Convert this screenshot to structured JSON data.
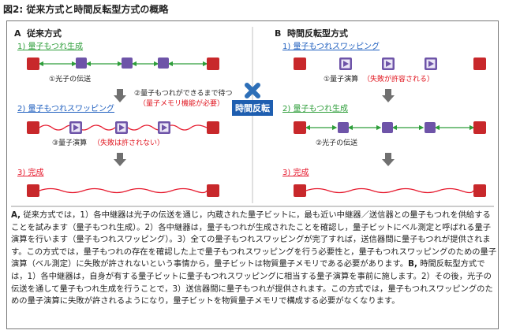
{
  "figure_title": "図2: 従来方式と時間反転型方式の概略",
  "colors": {
    "node_red": "#c8282b",
    "node_purple": "#6e54a8",
    "play_fill": "#8e7bc6",
    "entangle_green": "#2e9e3a",
    "swap_blue": "#1f5fbf",
    "complete_red": "#e6192d",
    "annotation_red": "#e0141e",
    "arrow_gray": "#707070",
    "reverse_blue": "#2d6fb8",
    "reverse_label_bg": "#1e5eb0"
  },
  "panel_a": {
    "letter": "A",
    "title": "従来方式",
    "step1": "1) 量子もつれ生成",
    "photon_note": "①光子の伝送",
    "wait_note": "②量子もつれができるまで待つ",
    "memory_note": "（量子メモリ機能が必要）",
    "step2": "2) 量子もつれスワッピング",
    "op_note": "③量子演算",
    "op_fail_note": "（失敗は許されない）",
    "step3": "3) 完成"
  },
  "panel_b": {
    "letter": "B",
    "title": "時間反転型方式",
    "step1": "1) 量子もつれスワッピング",
    "op_note": "①量子演算",
    "op_fail_note": "（失敗が許容される）",
    "step2": "2) 量子もつれ生成",
    "photon_note": "②光子の伝送",
    "step3": "3) 完成"
  },
  "center_label": "時間反転",
  "description": {
    "a_tag": "A,",
    "a_text": "従来方式では，1）各中継器は光子の伝送を通じ，内蔵された量子ビットに，最も近い中継器／送信器との量子もつれを供給することを試みます（量子もつれ生成）。2）各中継器は，量子もつれが生成されたことを確認し，量子ビットにベル測定と呼ばれる量子演算を行います（量子もつれスワッピング）。3）全ての量子もつれスワッピングが完了すれば，送信器間に量子もつれが提供されます。この方式では，量子もつれの存在を確認した上で量子もつれスワッピングを行う必要性と，量子もつれスワッピングのための量子演算（ベル測定）に失敗が許されないという事情から，量子ビットは物質量子メモリである必要があります。",
    "b_tag": "B,",
    "b_text": "時間反転型方式では，1）各中継器は，自身が有する量子ビットに量子もつれスワッピングに相当する量子演算を事前に施します。2）その後，光子の伝送を通して量子もつれ生成を行うことで，3）送信器間に量子もつれが提供されます。この方式では，量子もつれスワッピングのための量子演算に失敗が許されるようになり，量子ビットを物質量子メモリで構成する必要がなくなります。"
  }
}
